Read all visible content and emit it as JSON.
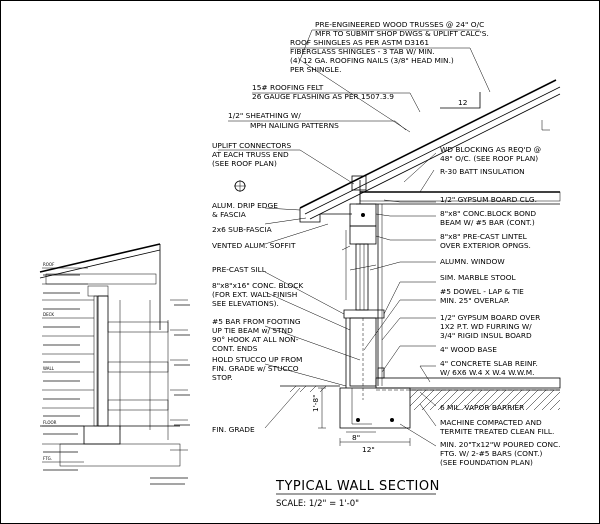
{
  "title": "TYPICAL WALL SECTION",
  "scale": "SCALE:  1/2\" = 1'-0\"",
  "slope": "12",
  "dims": {
    "depth": "1'-8\"",
    "ftg": "12\"",
    "curb": "8\""
  },
  "notes": {
    "trusses": [
      "PRE-ENGINEERED WOOD TRUSSES @ 24\" O/C",
      "MFR TO SUBMIT SHOP DWGS & UPLIFT CALC'S."
    ],
    "shingles": [
      "ROOF SHINGLES AS PER ASTM D3161",
      "FIBERGLASS SHINGLES - 3 TAB W/ MIN.",
      "(4) 12 GA. ROOFING NAILS (3/8\" HEAD MIN.)",
      "PER SHINGLE."
    ],
    "felt": [
      "15# ROOFING FELT",
      "26 GAUGE FLASHING AS PER 1507.3.9"
    ],
    "sheathing": [
      "1/2\"        SHEATHING W/",
      "MPH NAILING PATTERNS"
    ],
    "uplift": [
      "UPLIFT CONNECTORS",
      "AT EACH TRUSS END",
      "(SEE ROOF PLAN)"
    ],
    "blocking": [
      "WD BLOCKING AS REQ'D @",
      "48\" O/C.  (SEE ROOF PLAN)"
    ],
    "batt": [
      "R-30 BATT INSULATION"
    ],
    "drip": [
      "ALUM. DRIP EDGE",
      "& FASCIA"
    ],
    "subfascia": [
      "2x6 SUB-FASCIA"
    ],
    "soffit": [
      "VENTED ALUM. SOFFIT"
    ],
    "gypsum_clg": [
      "1/2\" GYPSUM BOARD CLG."
    ],
    "bond_beam": [
      "8\"x8\" CONC.BLOCK BOND",
      "BEAM W/ #5 BAR (CONT.)"
    ],
    "lintel": [
      "8\"x8\" PRE-CAST LINTEL",
      "OVER EXTERIOR OPNGS."
    ],
    "window": [
      "ALUMN. WINDOW"
    ],
    "sill": [
      "PRE-CAST SILL"
    ],
    "block": [
      "8\"x8\"x16\" CONC. BLOCK",
      "(FOR EXT. WALL FINISH",
      "SEE ELEVATIONS)."
    ],
    "stool": [
      "SIM. MARBLE STOOL"
    ],
    "dowel": [
      "#5 DOWEL - LAP & TIE",
      "MIN. 25\" OVERLAP."
    ],
    "bar": [
      "#5 BAR FROM FOOTING",
      "UP TIE BEAM w/ STND",
      "90° HOOK AT ALL NON-",
      "CONT. ENDS"
    ],
    "gypsum_wall": [
      "1/2\" GYPSUM BOARD OVER",
      "1X2 P.T. WD FURRING W/",
      "3/4\" RIGID INSUL BOARD"
    ],
    "wood_base": [
      "4\" WOOD BASE"
    ],
    "slab": [
      "4\" CONCRETE SLAB REINF.",
      "W/ 6X6 W.4 X W.4 W.W.M."
    ],
    "stucco": [
      "HOLD STUCCO UP FROM",
      "FIN. GRADE w/ STUCCO",
      "STOP."
    ],
    "vapor": [
      "6 MIL. VAPOR BARRIER"
    ],
    "compacted": [
      "MACHINE COMPACTED AND",
      "TERMITE TREATED CLEAN FILL."
    ],
    "footing": [
      "MIN. 20\"Tx12\"W POURED CONC.",
      "FTG. W/ 2-#5 BARS (CONT.)",
      "(SEE FOUNDATION PLAN)"
    ],
    "grade": [
      "FIN. GRADE"
    ]
  },
  "thumb_notes": [
    "ROOF",
    "DECK",
    "WALL",
    "FLOOR",
    "FTG."
  ]
}
